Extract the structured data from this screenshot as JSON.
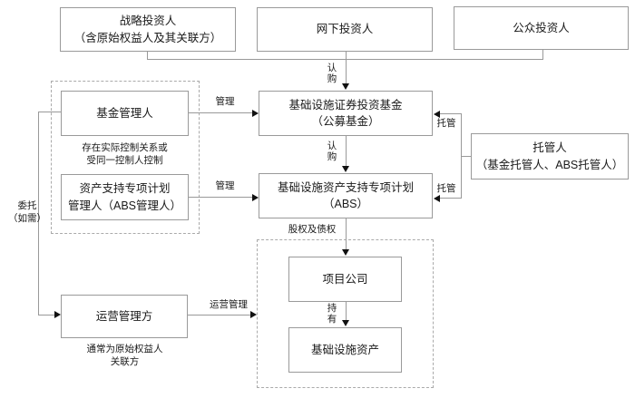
{
  "colors": {
    "background": "#ffffff",
    "box_border": "#9a9a9a",
    "dashed_border": "#aaaaaa",
    "line": "#999999",
    "arrowhead": "#111111",
    "text": "#1a1a1a"
  },
  "nodes": {
    "strategic_investor": {
      "line1": "战略投资人",
      "line2": "（含原始权益人及其关联方）"
    },
    "offline_investor": {
      "label": "网下投资人"
    },
    "public_investor": {
      "label": "公众投资人"
    },
    "fund_manager": {
      "label": "基金管理人"
    },
    "abs_manager": {
      "line1": "资产支持专项计划",
      "line2": "管理人（ABS管理人）"
    },
    "public_fund": {
      "line1": "基础设施证券投资基金",
      "line2": "（公募基金）"
    },
    "abs_plan": {
      "line1": "基础设施资产支持专项计划",
      "line2": "（ABS）"
    },
    "custodian": {
      "line1": "托管人",
      "line2": "（基金托管人、ABS托管人）"
    },
    "project_company": {
      "label": "项目公司"
    },
    "infra_asset": {
      "label": "基础设施资产"
    },
    "operation_manager": {
      "label": "运营管理方"
    }
  },
  "notes": {
    "control_relation": {
      "line1": "存在实际控制关系或",
      "line2": "受同一控制人控制"
    },
    "operation_relation": {
      "line1": "通常为原始权益人",
      "line2": "关联方"
    }
  },
  "edges": {
    "subscribe_top": "认购",
    "subscribe_mid": "认购",
    "manage_fund": "管理",
    "manage_abs": "管理",
    "custody_fund": "托管",
    "custody_abs": "托管",
    "equity_and_debt": "股权及债权",
    "hold": "持有",
    "operation_manage": "运营管理",
    "entrust_line1": "委托",
    "entrust_line2": "（如需）"
  }
}
